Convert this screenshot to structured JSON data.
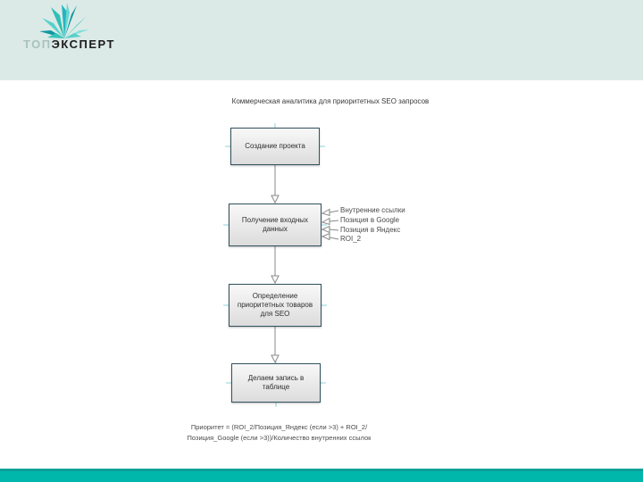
{
  "slide": {
    "logo": {
      "brand_light": "ТОП",
      "brand_bold": "ЭКСПЕРТ",
      "icon": "crystal-burst-icon"
    },
    "title": "Коммерческая аналитика для приоритетных SEO запросов",
    "flowchart": {
      "boxes": [
        {
          "label": "Создание проекта"
        },
        {
          "label": "Получение входных данных"
        },
        {
          "label": "Определение приоритетных товаров для SEO"
        },
        {
          "label": "Делаем запись в таблице"
        }
      ],
      "inputs": [
        "Внутренние ссылки",
        "Позиция в Google",
        "Позиция в Яндекс",
        "ROI_2"
      ]
    },
    "formula_line1": "Приоритет = (ROI_2/Позиция_Яндекс (если >3) + ROI_2/",
    "formula_line2": "Позиция_Google (если >3))/Количество внутренних ссылок",
    "colors": {
      "header_band": "#dceae7",
      "footer_teal": "#00b7ab",
      "footer_edge": "#0aa099",
      "accent_teal": "#25b5c0"
    }
  }
}
